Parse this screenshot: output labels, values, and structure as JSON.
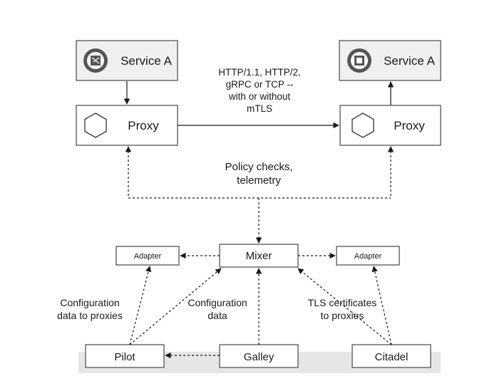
{
  "service_left": {
    "label": "Service A"
  },
  "service_right": {
    "label": "Service A"
  },
  "proxy_left": {
    "label": "Proxy"
  },
  "proxy_right": {
    "label": "Proxy"
  },
  "protocol_note": [
    "HTTP/1.1, HTTP/2,",
    "gRPC or TCP --",
    "with or without",
    "mTLS"
  ],
  "policy_note": [
    "Policy checks,",
    "telemetry"
  ],
  "mixer": {
    "label": "Mixer"
  },
  "adapter_left": {
    "label": "Adapter"
  },
  "adapter_right": {
    "label": "Adapter"
  },
  "config_proxies_note": [
    "Configuration",
    "data to proxies"
  ],
  "config_note": [
    "Configuration",
    "data"
  ],
  "tls_note": [
    "TLS certificates",
    "to proxies"
  ],
  "pilot": {
    "label": "Pilot"
  },
  "galley": {
    "label": "Galley"
  },
  "citadel": {
    "label": "Citadel"
  }
}
